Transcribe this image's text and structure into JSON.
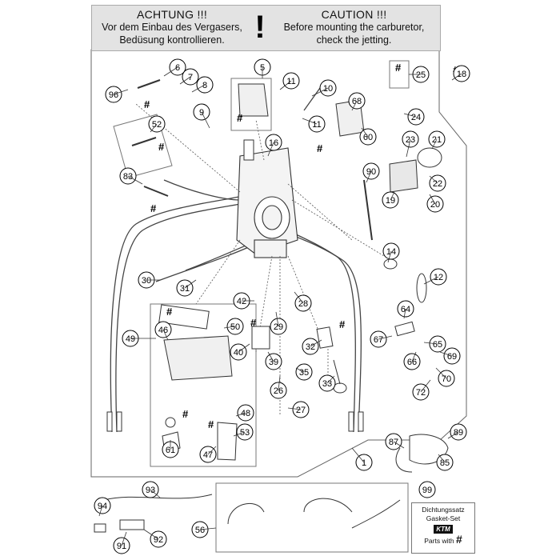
{
  "banner": {
    "de_title": "ACHTUNG !!!",
    "de_line1": "Vor dem Einbau des Vergasers,",
    "de_line2": "Bedüsung kontrollieren.",
    "exclamation": "!",
    "en_title": "CAUTION !!!",
    "en_line1": "Before mounting the carburetor,",
    "en_line2": "check the jetting."
  },
  "gasket_set": {
    "line1": "Dichtungssatz",
    "line2": "Gasket-Set",
    "brand": "KTM",
    "footer": "Parts with",
    "symbol": "#"
  },
  "hash_symbol": "#",
  "parts": [
    {
      "id": "p1",
      "label": "1"
    },
    {
      "id": "p5",
      "label": "5"
    },
    {
      "id": "p6",
      "label": "6"
    },
    {
      "id": "p7",
      "label": "7"
    },
    {
      "id": "p8",
      "label": "8"
    },
    {
      "id": "p9",
      "label": "9"
    },
    {
      "id": "p10",
      "label": "10"
    },
    {
      "id": "p11a",
      "label": "11"
    },
    {
      "id": "p11b",
      "label": "11"
    },
    {
      "id": "p12",
      "label": "12"
    },
    {
      "id": "p14",
      "label": "14"
    },
    {
      "id": "p16",
      "label": "16"
    },
    {
      "id": "p18",
      "label": "18"
    },
    {
      "id": "p19",
      "label": "19"
    },
    {
      "id": "p20",
      "label": "20"
    },
    {
      "id": "p21",
      "label": "21"
    },
    {
      "id": "p22",
      "label": "22"
    },
    {
      "id": "p23",
      "label": "23"
    },
    {
      "id": "p24",
      "label": "24"
    },
    {
      "id": "p25",
      "label": "25"
    },
    {
      "id": "p26",
      "label": "26"
    },
    {
      "id": "p27",
      "label": "27"
    },
    {
      "id": "p28",
      "label": "28"
    },
    {
      "id": "p29",
      "label": "29"
    },
    {
      "id": "p30",
      "label": "30"
    },
    {
      "id": "p31",
      "label": "31"
    },
    {
      "id": "p32",
      "label": "32"
    },
    {
      "id": "p33",
      "label": "33"
    },
    {
      "id": "p35",
      "label": "35"
    },
    {
      "id": "p39",
      "label": "39"
    },
    {
      "id": "p40",
      "label": "40"
    },
    {
      "id": "p42",
      "label": "42"
    },
    {
      "id": "p46",
      "label": "46"
    },
    {
      "id": "p47",
      "label": "47"
    },
    {
      "id": "p48",
      "label": "48"
    },
    {
      "id": "p49",
      "label": "49"
    },
    {
      "id": "p50",
      "label": "50"
    },
    {
      "id": "p52",
      "label": "52"
    },
    {
      "id": "p53",
      "label": "53"
    },
    {
      "id": "p56",
      "label": "56"
    },
    {
      "id": "p60",
      "label": "60"
    },
    {
      "id": "p61",
      "label": "61"
    },
    {
      "id": "p64",
      "label": "64"
    },
    {
      "id": "p65",
      "label": "65"
    },
    {
      "id": "p66",
      "label": "66"
    },
    {
      "id": "p67",
      "label": "67"
    },
    {
      "id": "p68",
      "label": "68"
    },
    {
      "id": "p69",
      "label": "69"
    },
    {
      "id": "p70",
      "label": "70"
    },
    {
      "id": "p72",
      "label": "72"
    },
    {
      "id": "p83",
      "label": "83"
    },
    {
      "id": "p85",
      "label": "85"
    },
    {
      "id": "p87",
      "label": "87"
    },
    {
      "id": "p89",
      "label": "89"
    },
    {
      "id": "p90",
      "label": "90"
    },
    {
      "id": "p91",
      "label": "91"
    },
    {
      "id": "p92",
      "label": "92"
    },
    {
      "id": "p93",
      "label": "93"
    },
    {
      "id": "p94",
      "label": "94"
    },
    {
      "id": "p96",
      "label": "96"
    },
    {
      "id": "p99",
      "label": "99"
    }
  ]
}
